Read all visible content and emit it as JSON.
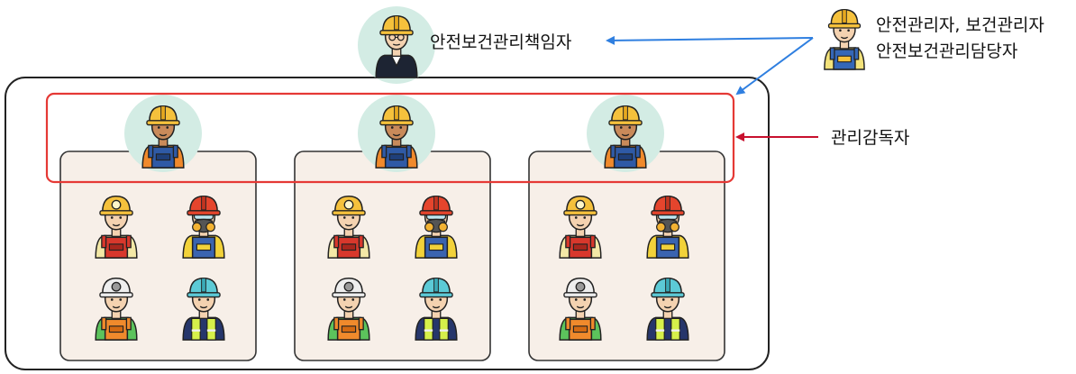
{
  "diagram": {
    "top_manager": {
      "label": "안전보건관리책임자"
    },
    "staff": {
      "line1": "안전관리자, 보건관리자",
      "line2": "안전보건관리담당자"
    },
    "supervisors": {
      "label": "관리감독자"
    },
    "groups": [
      {
        "supervisor": "supervisor",
        "workers": [
          "worker-miner-red",
          "worker-respirator-yellow",
          "worker-miner-green",
          "worker-vest-navy"
        ]
      },
      {
        "supervisor": "supervisor",
        "workers": [
          "worker-miner-red",
          "worker-respirator-yellow",
          "worker-miner-green",
          "worker-vest-navy"
        ]
      },
      {
        "supervisor": "supervisor",
        "workers": [
          "worker-miner-red",
          "worker-respirator-yellow",
          "worker-miner-green",
          "worker-vest-navy"
        ]
      }
    ]
  },
  "colors": {
    "arrow_blue": "#2f7fe0",
    "arrow_red": "#c8102e",
    "supervisor_box": "#e53935",
    "outer_box": "#222222",
    "group_fill": "#f7efe8",
    "avatar_circle": "#d3ece4",
    "hardhat_yellow": "#f5c13c",
    "hardhat_red": "#e5452d",
    "hardhat_white": "#eeeeee",
    "hardhat_cyan": "#5ccad6"
  }
}
